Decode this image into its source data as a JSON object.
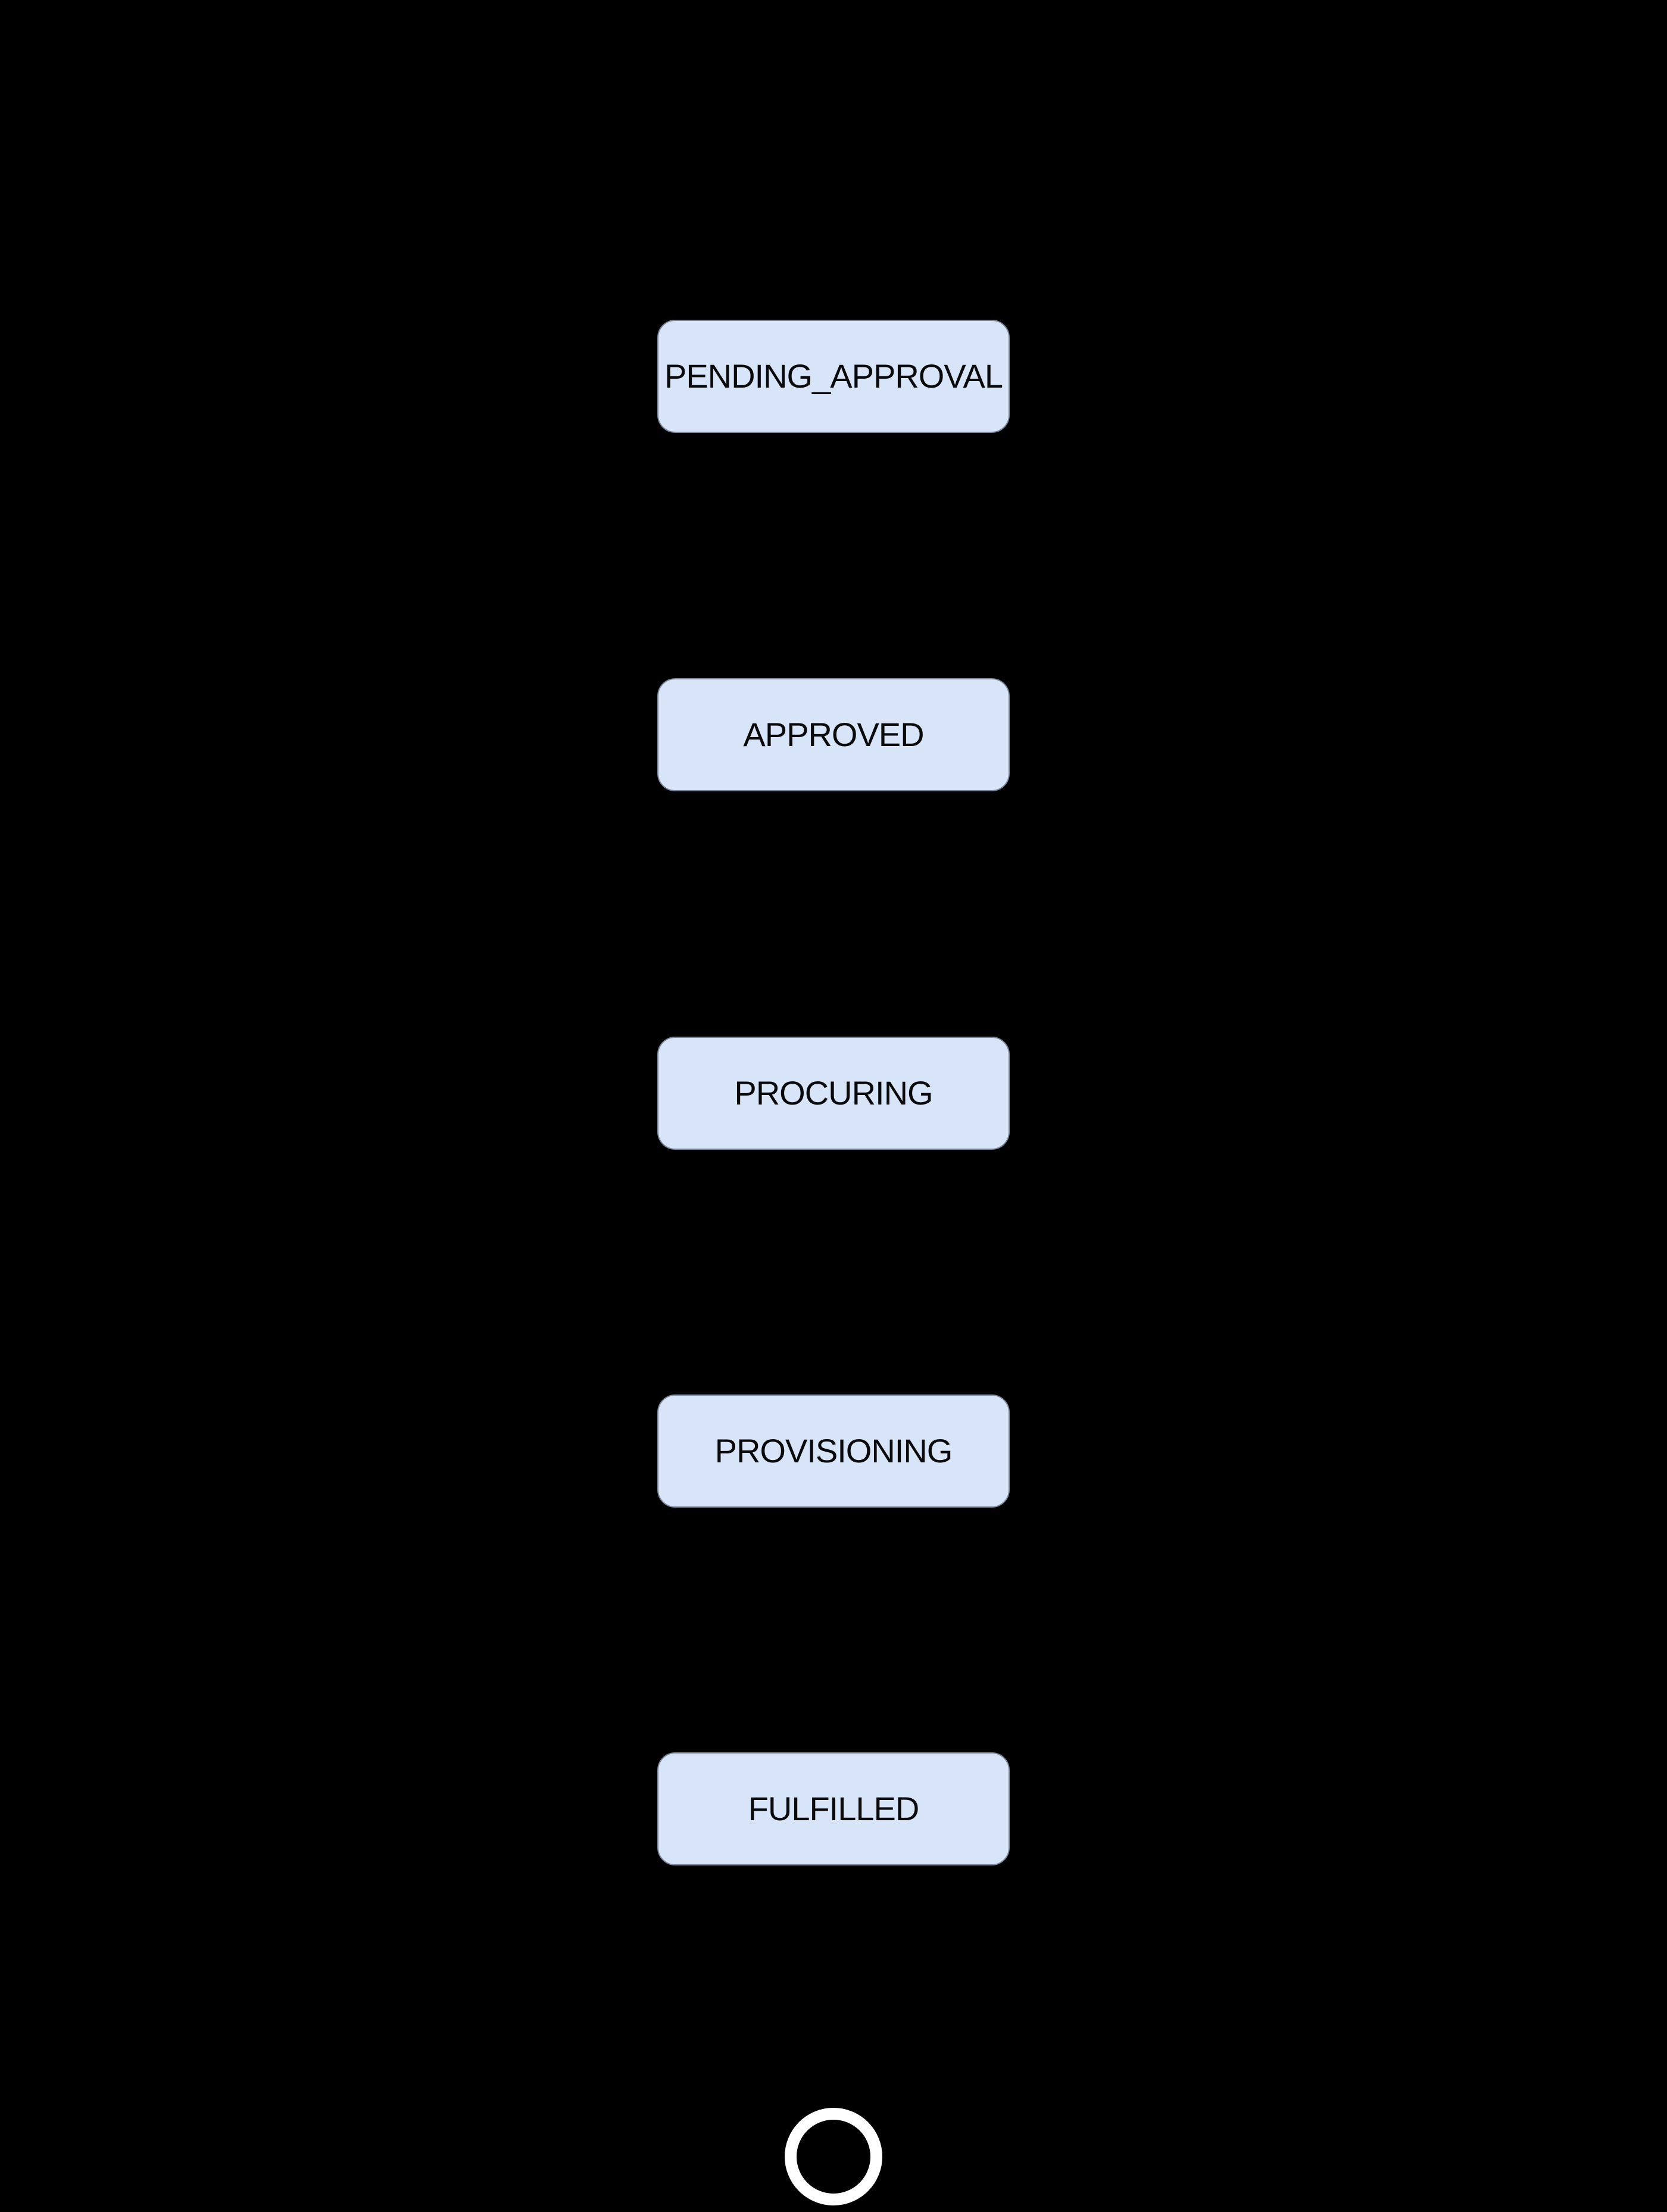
{
  "diagram": {
    "type": "state-flow",
    "colors": {
      "background": "#000000",
      "node_fill": "#d8e4f8",
      "node_border": "#7a8699",
      "node_text": "#0a0a0c",
      "final_ring": "#ffffff"
    },
    "states": [
      {
        "label": "PENDING_APPROVAL"
      },
      {
        "label": "APPROVED"
      },
      {
        "label": "PROCURING"
      },
      {
        "label": "PROVISIONING"
      },
      {
        "label": "FULFILLED"
      }
    ],
    "final_node": {
      "icon": "final-state-ring-icon",
      "shape": "ring"
    }
  }
}
